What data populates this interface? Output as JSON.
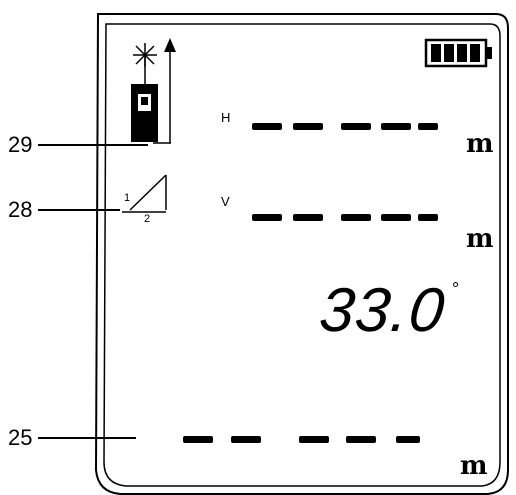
{
  "callouts": {
    "c29": "29",
    "c28": "28",
    "c25": "25"
  },
  "labels": {
    "h": "H",
    "v": "V",
    "frac_top": "1",
    "frac_bottom": "2"
  },
  "readouts": {
    "unit": "m",
    "angle_value": "33.0",
    "angle_unit": "°"
  },
  "icons": {
    "battery": "battery-icon",
    "laser": "laser-icon",
    "reference": "reference-point-icon",
    "indirect": "indirect-measure-icon"
  },
  "battery_level": 1.0
}
